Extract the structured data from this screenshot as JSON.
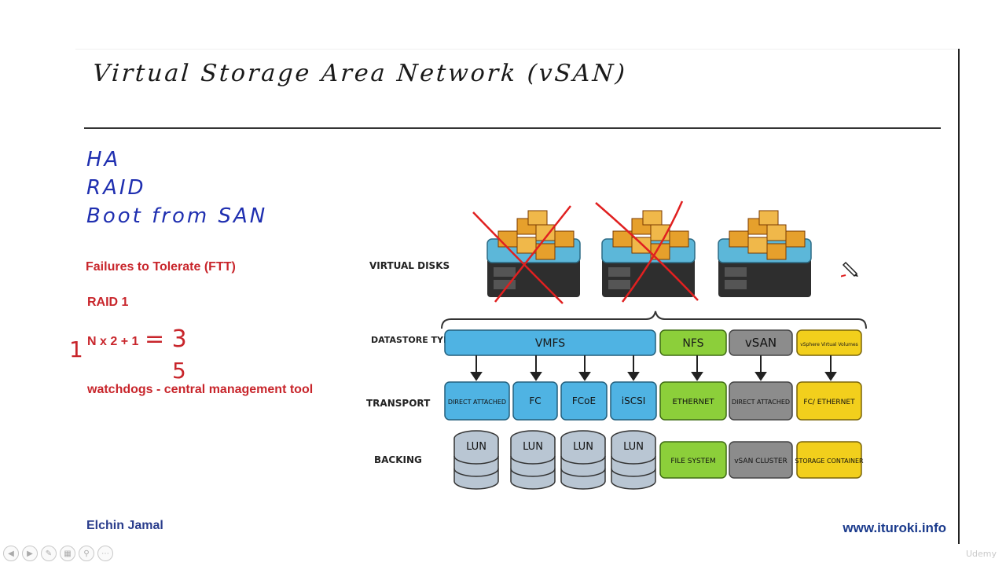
{
  "slide": {
    "title": "Virtual Storage Area Network (vSAN)",
    "hand_items": [
      "HA",
      "RAID",
      "Boot from SAN"
    ],
    "notes": {
      "ftt": "Failures to Tolerate (FTT)",
      "raid": "RAID 1",
      "formula": "N x 2 + 1",
      "formula_result": "= 3",
      "hand_left": "1",
      "hand_under": "5",
      "watchdogs": "watchdogs - central management tool"
    },
    "footer": {
      "author": "Elchin Jamal",
      "url": "www.ituroki.info"
    }
  },
  "diagram": {
    "row_labels": [
      "VIRTUAL DISKS",
      "DATASTORE TYPE",
      "TRANSPORT",
      "BACKING"
    ],
    "datastores": [
      "VMFS",
      "NFS",
      "vSAN",
      "vSphere Virtual Volumes"
    ],
    "transports": [
      "DIRECT ATTACHED",
      "FC",
      "FCoE",
      "iSCSI",
      "ETHERNET",
      "DIRECT ATTACHED",
      "FC/ ETHERNET"
    ],
    "backings": [
      "LUN",
      "LUN",
      "LUN",
      "LUN",
      "FILE SYSTEM",
      "vSAN CLUSTER",
      "STORAGE CONTAINER"
    ],
    "colors": {
      "blue": "#4fb3e3",
      "green": "#8ccf3a",
      "grey": "#8c8c8c",
      "yellow": "#f2cf1c",
      "red_mark": "#e02020"
    }
  },
  "watermark": "Udemy"
}
